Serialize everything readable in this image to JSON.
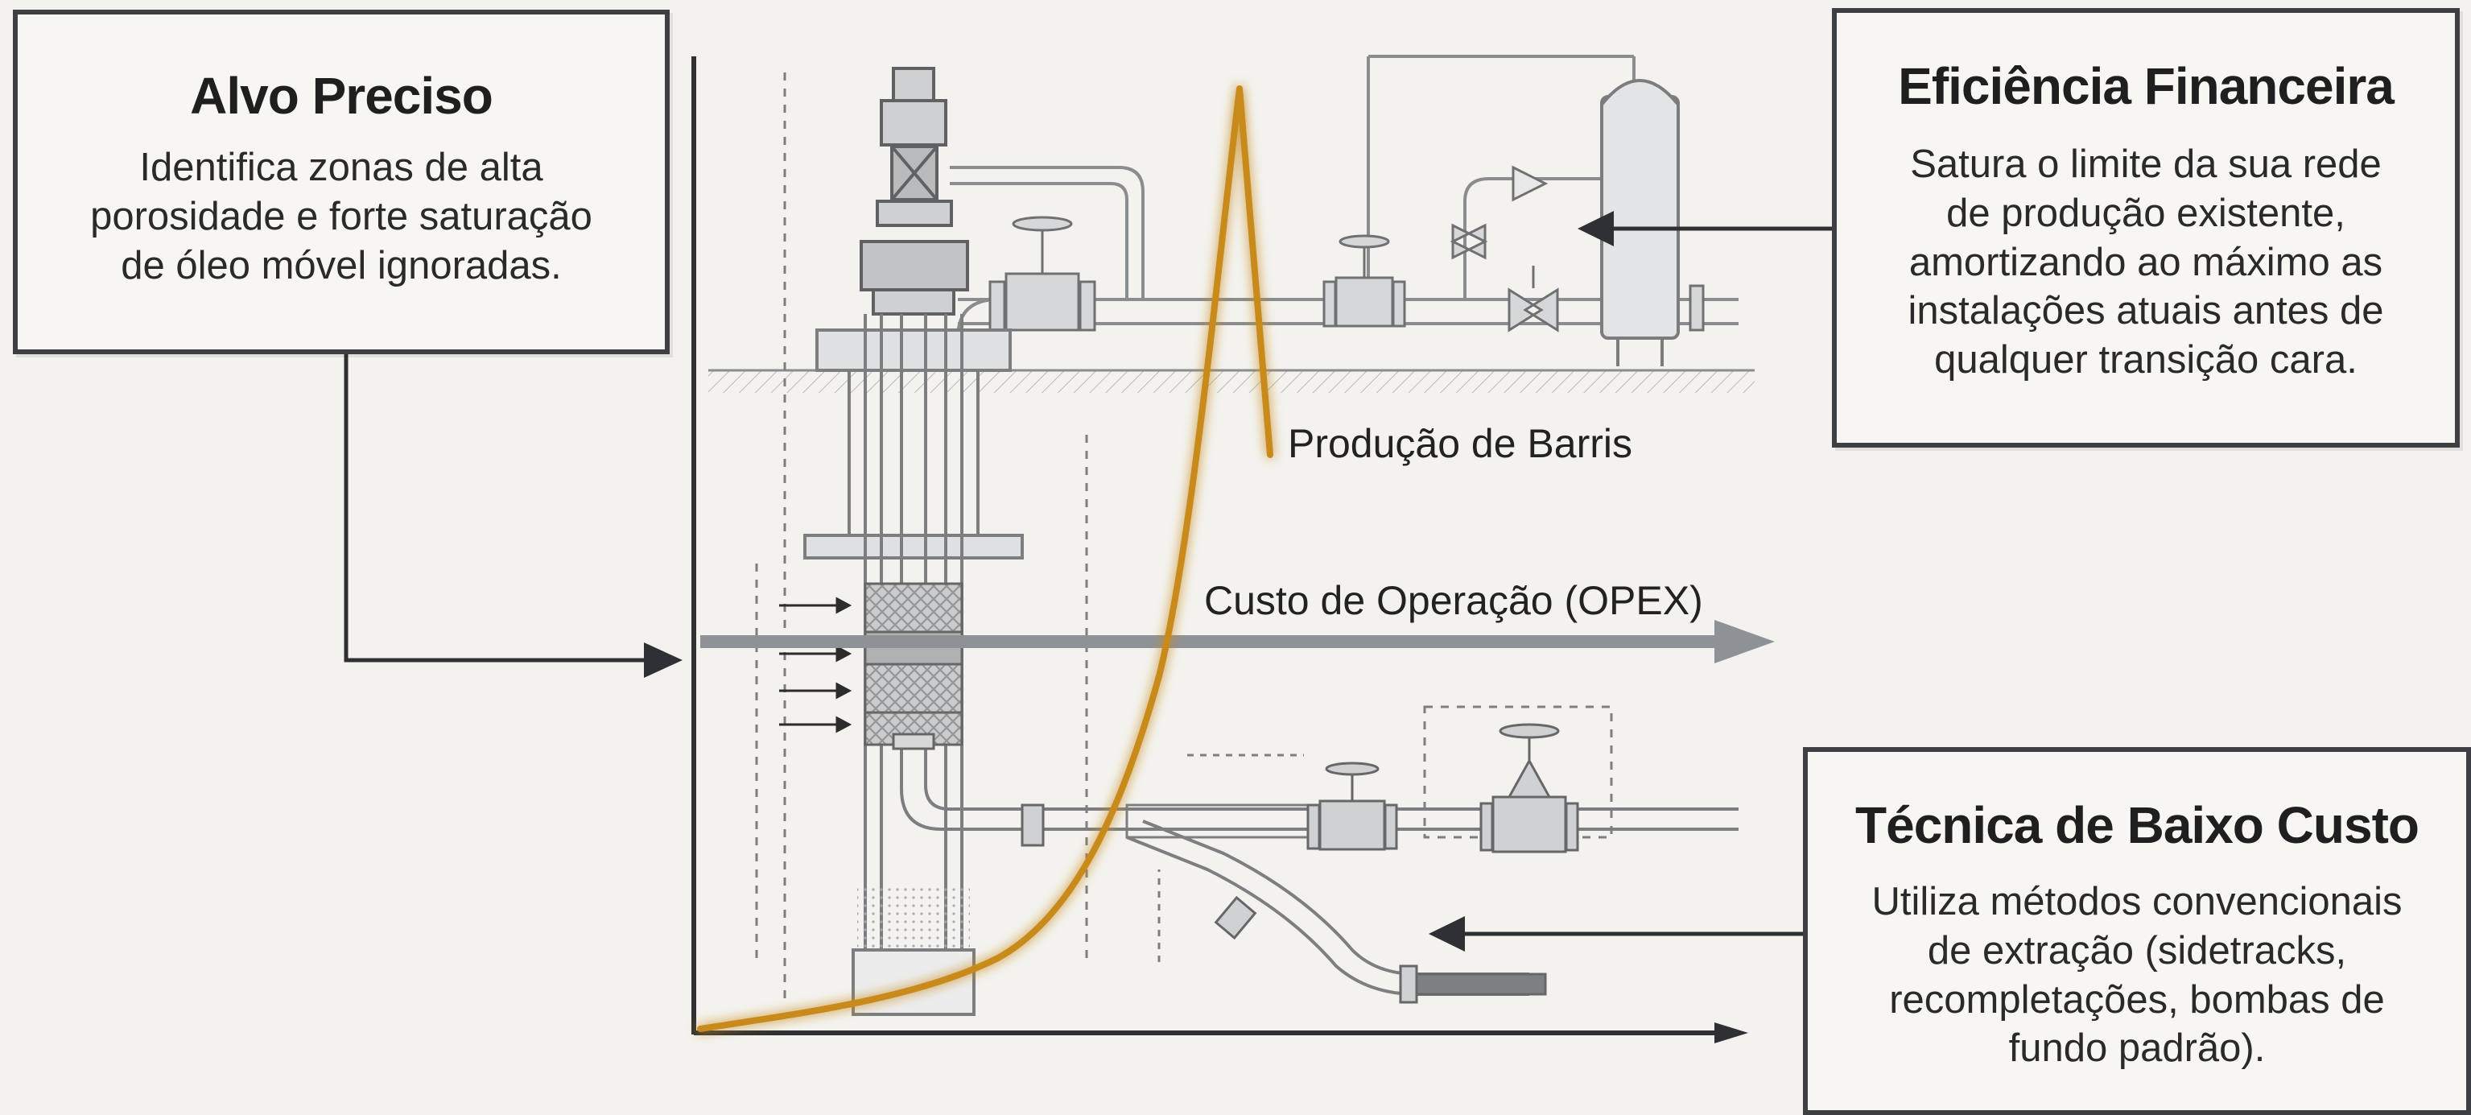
{
  "labels": {
    "production_curve": "Produção de Barris",
    "opex_arrow": "Custo de Operação (OPEX)"
  },
  "callouts": {
    "alvo": {
      "title": "Alvo Preciso",
      "lines": [
        "Identifica zonas de alta",
        "porosidade e forte saturação",
        "de óleo móvel ignoradas."
      ]
    },
    "eficiencia": {
      "title": "Eficiência Financeira",
      "lines": [
        "Satura o limite da sua rede",
        "de produção existente,",
        "amortizando ao máximo as",
        "instalações atuais antes de",
        "qualquer transição cara."
      ]
    },
    "tecnica": {
      "title": "Técnica de Baixo Custo",
      "lines": [
        "Utiliza métodos convencionais",
        "de extração (sidetracks,",
        "recompletações, bombas de",
        "fundo padrão)."
      ]
    }
  },
  "colors": {
    "curve": "#c98a1c",
    "axis": "#2f3033",
    "opex_arrow": "#8e9296",
    "schematic": "#9a9c9e",
    "box_border": "#3d3f42"
  }
}
